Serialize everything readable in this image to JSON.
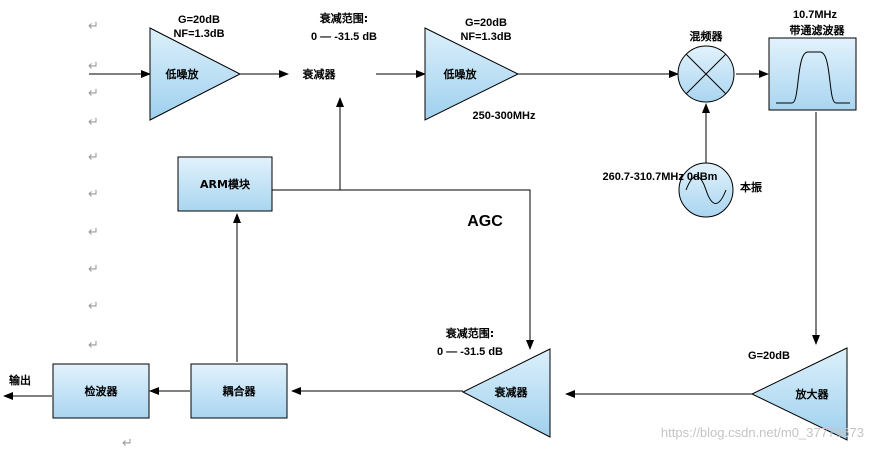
{
  "lna1": {
    "label": "低噪放",
    "gain": "G=20dB",
    "nf": "NF=1.3dB"
  },
  "att1": {
    "label": "衰减器",
    "range_title": "衰减范围:",
    "range": "0 — -31.5 dB"
  },
  "lna2": {
    "label": "低噪放",
    "gain": "G=20dB",
    "nf": "NF=1.3dB",
    "band": "250-300MHz"
  },
  "mixer": {
    "label": "混频器"
  },
  "bpf": {
    "freq": "10.7MHz",
    "label": "带通滤波器"
  },
  "lo": {
    "freq": "260.7-310.7MHz 0dBm",
    "label": "本振"
  },
  "arm": {
    "label": "ARM模块"
  },
  "agc": {
    "label": "AGC"
  },
  "amp": {
    "label": "放大器",
    "gain": "G=20dB"
  },
  "att2": {
    "label": "衰减器",
    "range_title": "衰减范围:",
    "range": "0 — -31.5 dB"
  },
  "coupler": {
    "label": "耦合器"
  },
  "detector": {
    "label": "检波器"
  },
  "output": {
    "label": "输出"
  },
  "paragraph_mark": "↵",
  "watermark": "https://blog.csdn.net/m0_37779673",
  "colors": {
    "block_fill": "#b7dcf3",
    "block_stroke": "#000000",
    "wire": "#000000",
    "mark": "#9a9a9a",
    "watermark": "#c4c4c4"
  }
}
